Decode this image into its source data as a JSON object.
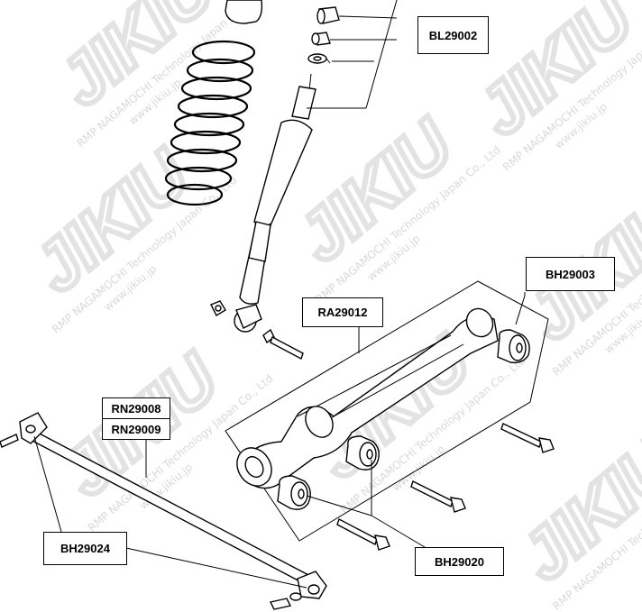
{
  "watermark": {
    "brand": "JIKIU",
    "company": "RMP NAGAMOCHI Technology Japan Co., Ltd",
    "site": "www.jikiu.jp"
  },
  "labels": {
    "bl29002": "BL29002",
    "bh29003": "BH29003",
    "ra29012": "RA29012",
    "rn29008": "RN29008",
    "rn29009": "RN29009",
    "bh29024": "BH29024",
    "bh29020": "BH29020"
  }
}
